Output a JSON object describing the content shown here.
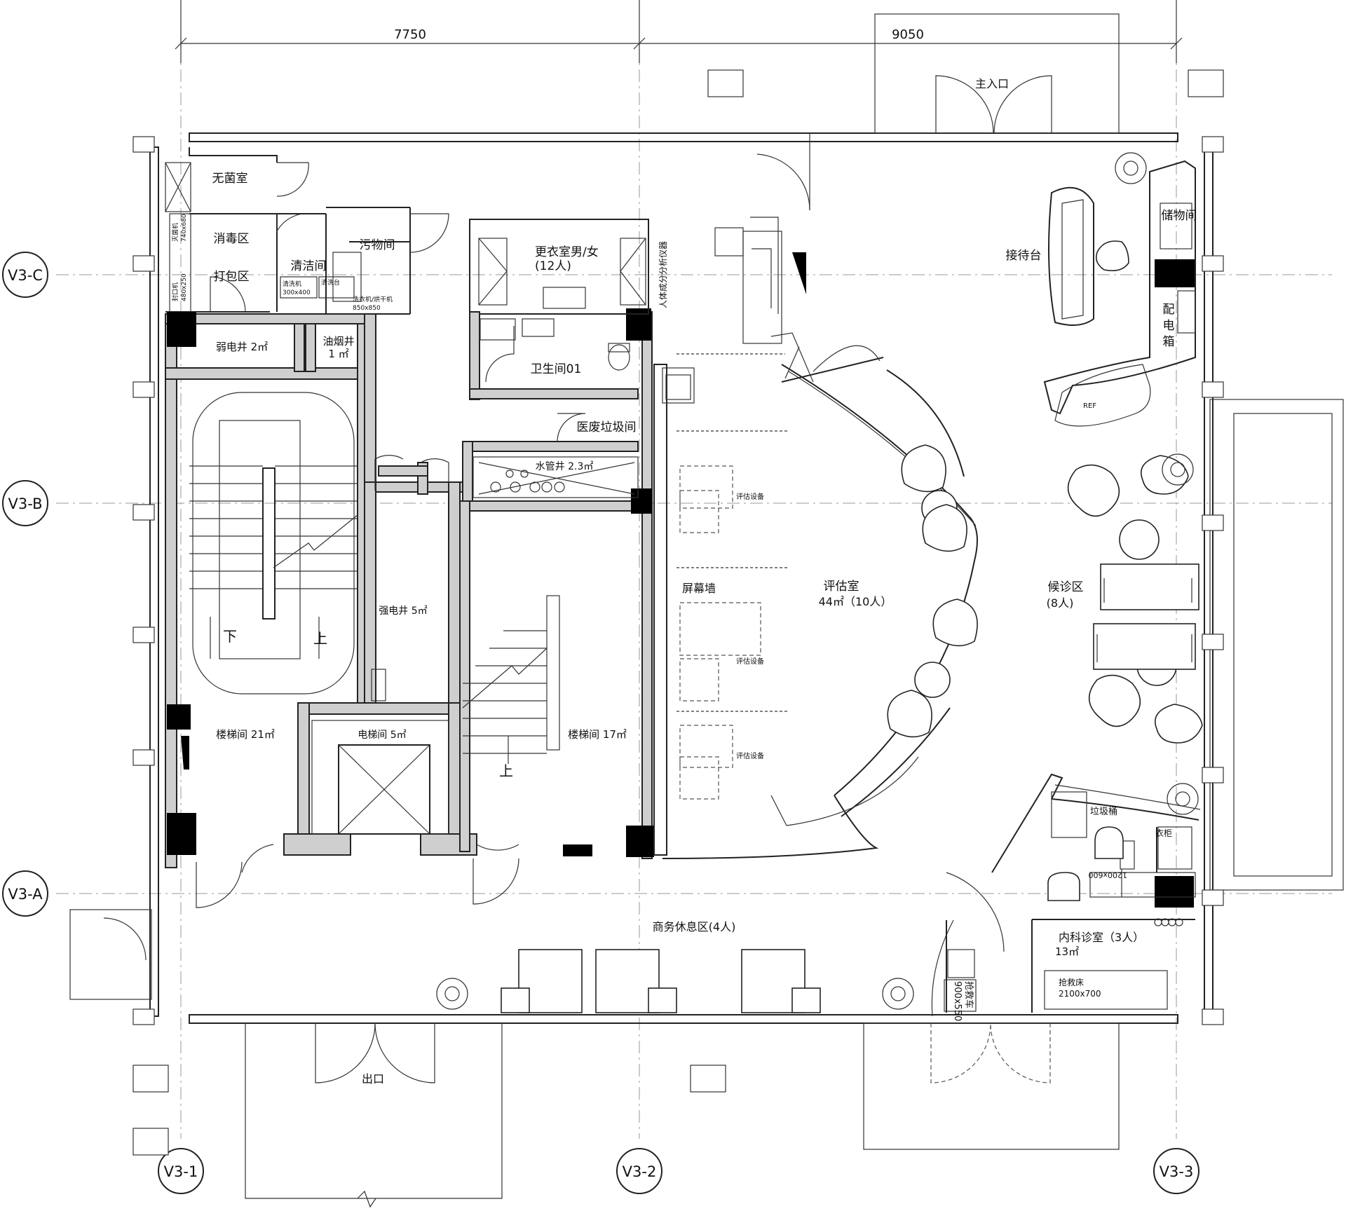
{
  "dimensions": {
    "d1": "7750",
    "d2": "9050"
  },
  "grid_labels": {
    "row_c": "V3-C",
    "row_b": "V3-B",
    "row_a": "V3-A",
    "col_1": "V3-1",
    "col_2": "V3-2",
    "col_3": "V3-3"
  },
  "rooms": {
    "main_entrance": "主入口",
    "exit": "出口",
    "sterile_room": "无菌室",
    "disinfection": "消毒区",
    "packing": "打包区",
    "cleaning": "清洁间",
    "dirty_room": "污物间",
    "changing_room": "更衣室男/女",
    "changing_capacity": "(12人)",
    "weak_shaft": "弱电井 2㎡",
    "smoke_shaft_1": "油烟井",
    "smoke_shaft_2": "1 ㎡",
    "toilet": "卫生间01",
    "medical_waste": "医废垃圾间",
    "water_shaft": "水管井 2.3㎡",
    "strong_shaft": "强电井 5㎡",
    "stair_21": "楼梯间 21㎡",
    "stair_17": "楼梯间 17㎡",
    "elevator": "电梯间 5㎡",
    "screen_wall": "屏幕墙",
    "assessment_1": "评估室",
    "assessment_2": "44㎡（10人）",
    "reception": "接待台",
    "storage": "储物间",
    "dist_box_1": "配",
    "dist_box_2": "电",
    "dist_box_3": "箱",
    "waiting_1": "候诊区",
    "waiting_2": "(8人)",
    "lounge": "商务休息区(4人)",
    "clinic_1": "内科诊室（3人）",
    "clinic_2": "13㎡",
    "trash_bin": "垃圾桶",
    "wardrobe": "衣柜",
    "body_analyzer": "人体成分分析仪器",
    "stairs_down": "下",
    "stairs_up": "上"
  },
  "equipment": {
    "eval_device": "评估设备",
    "sterilizer_1": "灭菌机",
    "sterilizer_2": "740x680",
    "sealer_1": "封口机",
    "sealer_2": "480x250",
    "washer_1": "清洗机",
    "washer_2": "300x400",
    "sink": "清洗台",
    "laundry_1": "洗衣机/烘干机",
    "laundry_2": "850x850",
    "desk_size": "1200x600",
    "ref": "REF",
    "cart_1": "抢救车",
    "cart_2": "900x550",
    "bed_1": "抢救床",
    "bed_2": "2100x700"
  }
}
